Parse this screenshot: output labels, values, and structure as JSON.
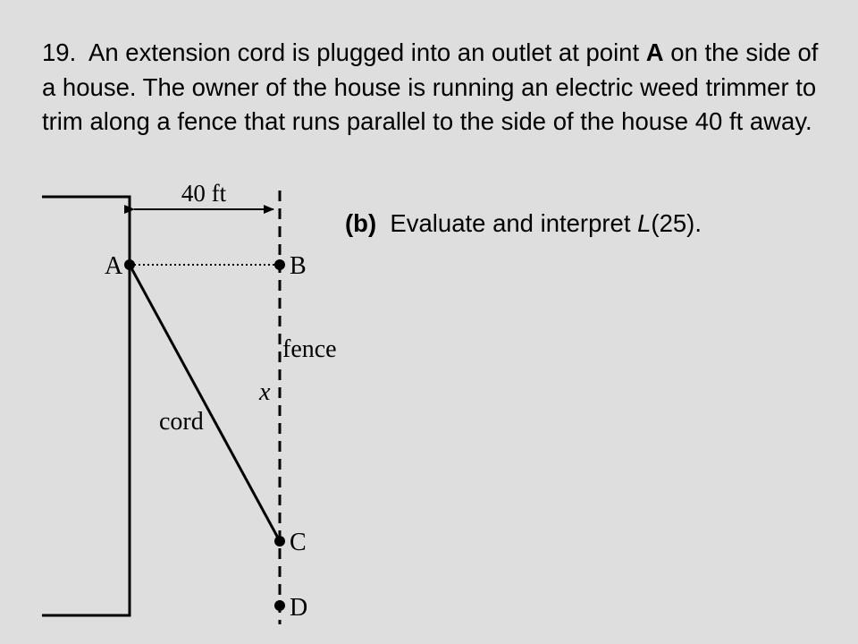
{
  "problem": {
    "number": "19.",
    "text_before": "An extension cord is plugged into an outlet at point",
    "point_label": "A",
    "text_after": "on the side of a house.  The owner of the house is running an electric weed trimmer to trim along a fence that runs parallel to the side of the house 40 ft away."
  },
  "part_b": {
    "label": "(b)",
    "text_before": "Evaluate and interpret",
    "func_name": "L",
    "func_arg": "(25)."
  },
  "diagram": {
    "distance_label": "40  ft",
    "points": {
      "a": "A",
      "b": "B",
      "c": "C",
      "d": "D"
    },
    "fence_label": "fence",
    "x_label": "x",
    "cord_label": "cord"
  }
}
